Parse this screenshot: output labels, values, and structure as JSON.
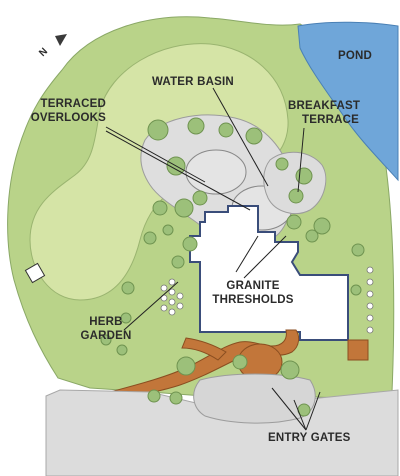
{
  "map": {
    "north_marker": "N",
    "labels": {
      "pond": "POND",
      "water_basin": "WATER BASIN",
      "terraced_overlooks_1": "TERRACED",
      "terraced_overlooks_2": "OVERLOOKS",
      "breakfast_terrace_1": "BREAKFAST",
      "breakfast_terrace_2": "TERRACE",
      "granite_thresholds_1": "GRANITE",
      "granite_thresholds_2": "THRESHOLDS",
      "herb_garden_1": "HERB",
      "herb_garden_2": "GARDEN",
      "entry_gates": "ENTRY GATES"
    },
    "colors": {
      "lawn": "#b9d389",
      "lawn_light": "#d5e4a6",
      "pond": "#6fa6d9",
      "paving": "#d9d9d9",
      "path": "#c2763a",
      "house": "#ffffff",
      "shrub": "#9cc07a"
    }
  }
}
